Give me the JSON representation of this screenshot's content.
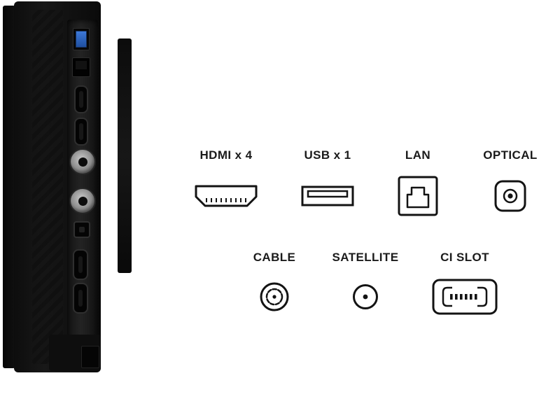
{
  "legend": {
    "row1": [
      {
        "label": "HDMI x 4",
        "icon": "hdmi-icon"
      },
      {
        "label": "USB x 1",
        "icon": "usb-icon"
      },
      {
        "label": "LAN",
        "icon": "lan-icon"
      },
      {
        "label": "OPTICAL",
        "icon": "optical-icon"
      }
    ],
    "row2": [
      {
        "label": "CABLE",
        "icon": "cable-icon"
      },
      {
        "label": "SATELLITE",
        "icon": "satellite-icon"
      },
      {
        "label": "CI SLOT",
        "icon": "ci-slot-icon"
      }
    ]
  },
  "colors": {
    "background": "#ffffff",
    "line": "#131313",
    "text": "#1b1b1b",
    "usb_blue": "#2f6fd0"
  }
}
